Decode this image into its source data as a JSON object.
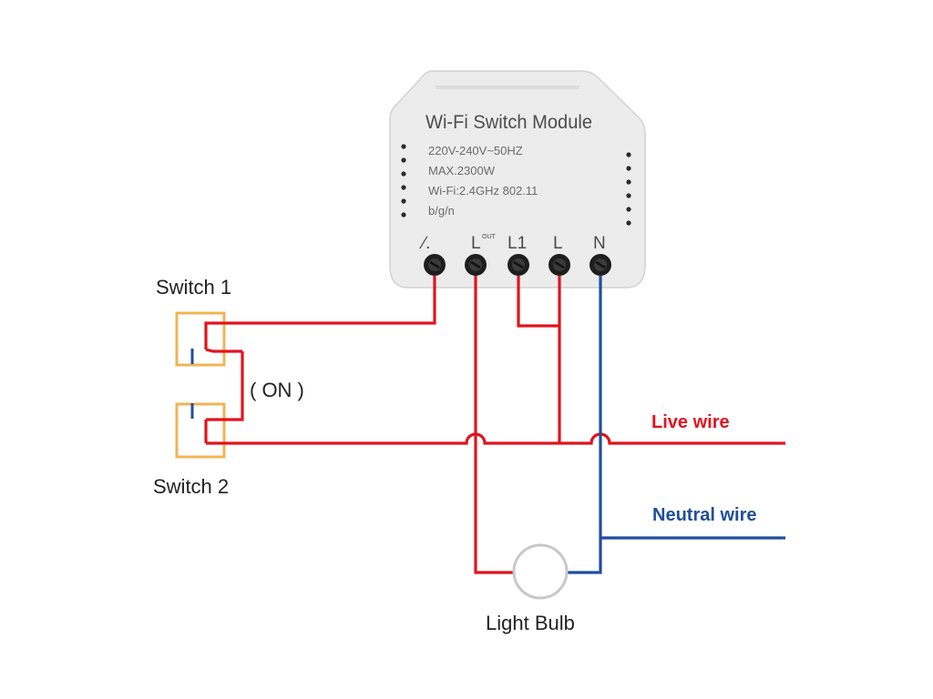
{
  "module": {
    "title": "Wi-Fi  Switch  Module",
    "specs": [
      "220V-240V~50HZ",
      "MAX.2300W",
      "Wi-Fi:2.4GHz 802.11",
      "b/g/n"
    ],
    "terminals": [
      {
        "label": "⁄.",
        "icon": "switch-symbol-icon"
      },
      {
        "label": "L",
        "sup": "OUT"
      },
      {
        "label": "L1"
      },
      {
        "label": "L"
      },
      {
        "label": "N"
      }
    ]
  },
  "switch1": {
    "label": "Switch 1"
  },
  "switch2": {
    "label": "Switch 2"
  },
  "state": {
    "label": "( ON )"
  },
  "bulb": {
    "label": "Light Bulb"
  },
  "live": {
    "label": "Live wire"
  },
  "neutral": {
    "label": "Neutral wire"
  },
  "colors": {
    "live": "#e0141e",
    "neutral": "#1f4e9c",
    "switch": "#f0b454",
    "module": "#ececec"
  }
}
